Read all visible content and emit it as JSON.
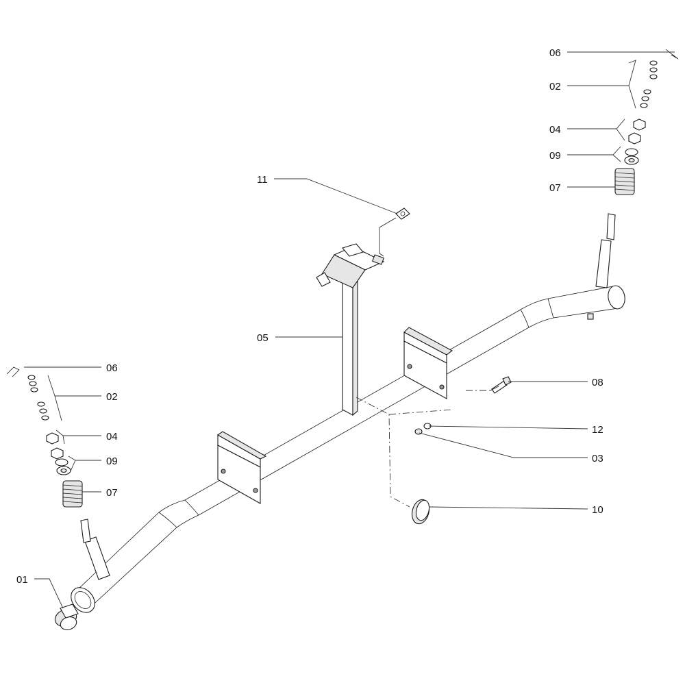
{
  "diagram": {
    "callouts": {
      "c01": "01",
      "c02_right": "02",
      "c02_left": "02",
      "c03": "03",
      "c04_right": "04",
      "c04_left": "04",
      "c05": "05",
      "c06_right": "06",
      "c06_left": "06",
      "c07_right": "07",
      "c07_left": "07",
      "c08": "08",
      "c09_right": "09",
      "c09_left": "09",
      "c10": "10",
      "c11": "11",
      "c12": "12"
    }
  }
}
